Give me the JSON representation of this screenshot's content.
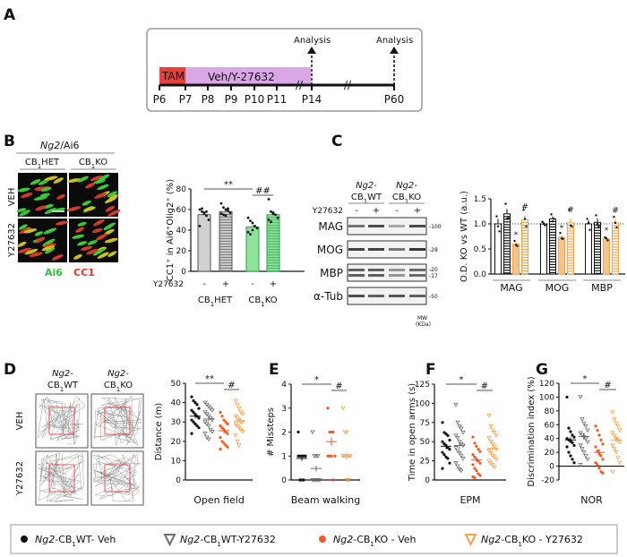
{
  "panel_labels": {
    "A": "A",
    "B": "B",
    "C": "C",
    "D": "D",
    "E": "E",
    "F": "F",
    "G": "G"
  },
  "colors": {
    "wt_veh": "#111111",
    "wt_y": "#6e6e6e",
    "ko_veh": "#f05a28",
    "ko_y": "#f7a24a",
    "het_bar": "#d0d0d0",
    "ko_bar_green": "#8ee39a",
    "green_edge": "#2e9e4f",
    "tam": "#e8413c",
    "treatment": "#d9a6e6",
    "ai6": "#2fbf3a",
    "cc1": "#e8322a"
  },
  "timeline": {
    "tam_label": "TAM",
    "treatment_label": "Veh/Y-27632",
    "days": [
      "P6",
      "P7",
      "P8",
      "P9",
      "P10",
      "P11",
      "P14",
      "P60"
    ],
    "analysis_label": "Analysis"
  },
  "panel_b": {
    "title_italic": "Ng2",
    "title_rest": "/Ai6",
    "col_headers": [
      {
        "pre": "CB",
        "sub": "1",
        "post": "HET"
      },
      {
        "pre": "CB",
        "sub": "1",
        "post": "KO"
      }
    ],
    "row_labels": [
      "VEH",
      "Y27632"
    ],
    "legend_ai6": "Ai6",
    "legend_cc1": "CC1"
  },
  "chart_data": [
    {
      "id": "B",
      "type": "bar",
      "ylabel": "CC1⁺ in Ai6⁺Olig2⁺ (%)",
      "ylim": [
        0,
        80
      ],
      "yticks": [
        0,
        20,
        40,
        60,
        80
      ],
      "treatment_label": "Y27632",
      "treatment_signs": [
        "-",
        "+",
        "-",
        "+"
      ],
      "group_labels": [
        {
          "pre": "CB",
          "sub": "1",
          "post": "HET"
        },
        {
          "pre": "CB",
          "sub": "1",
          "post": "KO"
        }
      ],
      "bars": [
        {
          "value": 55,
          "sem": 2,
          "points": [
            60,
            58,
            57,
            54,
            50,
            44,
            61,
            56,
            58
          ]
        },
        {
          "value": 58,
          "sem": 2,
          "points": [
            66,
            62,
            60,
            59,
            57,
            56,
            55,
            54,
            61
          ]
        },
        {
          "value": 43,
          "sem": 2,
          "points": [
            52,
            49,
            47,
            44,
            42,
            38,
            36,
            40
          ]
        },
        {
          "value": 55,
          "sem": 2.5,
          "points": [
            70,
            58,
            57,
            55,
            52,
            50,
            48,
            56
          ]
        }
      ],
      "significance": [
        {
          "label": "**",
          "from": 0,
          "to": 2
        },
        {
          "label": "##",
          "from": 2,
          "to": 3
        }
      ]
    },
    {
      "id": "C",
      "type": "bar",
      "ylabel": "O.D. KO vs WT (a.u.)",
      "ylim": [
        0,
        1.5
      ],
      "yticks": [
        "0.0",
        "0.5",
        "1.0",
        "1.5"
      ],
      "reference_line": 1.0,
      "groups": [
        "MAG",
        "MOG",
        "MBP"
      ],
      "series": [
        {
          "values": [
            1.0,
            1.0,
            1.0
          ],
          "sem": [
            0.1,
            0.04,
            0.07
          ],
          "points": [
            [
              1.15,
              0.95,
              0.85
            ],
            [
              1.04,
              1.0,
              0.97
            ],
            [
              1.1,
              1.02,
              0.88
            ]
          ]
        },
        {
          "values": [
            1.2,
            1.1,
            1.03
          ],
          "sem": [
            0.1,
            0.05,
            0.08
          ],
          "points": [
            [
              1.4,
              1.1,
              1.12
            ],
            [
              1.19,
              1.05,
              1.1
            ],
            [
              1.17,
              1.0,
              0.95
            ]
          ]
        },
        {
          "values": [
            0.6,
            0.73,
            0.7
          ],
          "sem": [
            0.04,
            0.05,
            0.03
          ],
          "points": [
            [
              0.66,
              0.58,
              0.56
            ],
            [
              0.82,
              0.71,
              0.7
            ],
            [
              0.73,
              0.71,
              0.67
            ]
          ]
        },
        {
          "values": [
            1.08,
            1.02,
            1.02
          ],
          "sem": [
            0.09,
            0.09,
            0.08
          ],
          "points": [
            [
              1.28,
              1.1,
              0.95
            ],
            [
              1.28,
              0.97,
              0.95
            ],
            [
              1.14,
              1.02,
              0.93
            ]
          ]
        }
      ],
      "annotations": {
        "star": "*",
        "hash": "#"
      }
    },
    {
      "id": "D",
      "type": "scatter",
      "ylabel": "Distance (m)",
      "xlabel": "Open field",
      "ylim": [
        0,
        50
      ],
      "yticks": [
        0,
        10,
        20,
        30,
        40,
        50
      ],
      "groups": [
        {
          "mean": 33,
          "sem": 1.2,
          "points": [
            43,
            41,
            40,
            39,
            37,
            36,
            35,
            34,
            33,
            32,
            31,
            30,
            29,
            28,
            27,
            24
          ]
        },
        {
          "mean": 31.5,
          "sem": 1.1,
          "points": [
            40,
            39,
            38,
            37,
            36,
            35,
            34,
            33,
            32,
            31,
            30,
            29,
            28,
            26,
            25,
            24,
            22,
            21
          ]
        },
        {
          "mean": 25.5,
          "sem": 1.3,
          "points": [
            35,
            33,
            31,
            30,
            29,
            28,
            27,
            26,
            25,
            24,
            22,
            20,
            19,
            18,
            17,
            16
          ]
        },
        {
          "mean": 30.5,
          "sem": 1.0,
          "points": [
            41,
            39,
            37,
            35,
            34,
            33,
            32,
            31,
            30,
            30,
            29,
            28,
            27,
            26,
            25,
            23,
            20,
            18
          ]
        }
      ],
      "significance": [
        {
          "label": "**",
          "from": 0,
          "to": 2
        },
        {
          "label": "#",
          "from": 2,
          "to": 3
        }
      ]
    },
    {
      "id": "E",
      "type": "scatter",
      "ylabel": "# Missteps",
      "xlabel": "Beam walking",
      "ylim": [
        0,
        4
      ],
      "yticks": [
        0,
        1,
        2,
        3,
        4
      ],
      "groups": [
        {
          "mean": 0.9,
          "sem": 0.1,
          "points": [
            2,
            1,
            1,
            1,
            1,
            1,
            0,
            0,
            0
          ]
        },
        {
          "mean": 0.48,
          "sem": 0.12,
          "points": [
            2,
            1,
            1,
            1,
            0,
            0,
            0,
            0,
            0
          ]
        },
        {
          "mean": 1.6,
          "sem": 0.17,
          "points": [
            3,
            2,
            2,
            2,
            1,
            1,
            1,
            1,
            0
          ]
        },
        {
          "mean": 1.0,
          "sem": 0.15,
          "points": [
            3,
            2,
            2,
            1,
            1,
            1,
            1,
            0,
            0
          ]
        }
      ],
      "significance": [
        {
          "label": "*",
          "from": 0,
          "to": 2
        },
        {
          "label": "#",
          "from": 2,
          "to": 3
        }
      ]
    },
    {
      "id": "F",
      "type": "scatter",
      "ylabel": "Time in open arms (s)",
      "xlabel": "EPM",
      "ylim": [
        0,
        125
      ],
      "yticks": [
        0,
        25,
        50,
        75,
        100,
        125
      ],
      "groups": [
        {
          "mean": 44,
          "sem": 3.5,
          "points": [
            75,
            62,
            60,
            58,
            52,
            50,
            47,
            45,
            42,
            40,
            36,
            33,
            30,
            28,
            22,
            15
          ]
        },
        {
          "mean": 45,
          "sem": 4,
          "points": [
            98,
            75,
            70,
            67,
            62,
            58,
            55,
            50,
            47,
            45,
            42,
            38,
            35,
            32,
            28,
            22,
            18,
            14,
            12
          ]
        },
        {
          "mean": 26,
          "sem": 3.5,
          "points": [
            56,
            48,
            44,
            40,
            37,
            33,
            30,
            27,
            25,
            22,
            20,
            15,
            12,
            8,
            6,
            4,
            3
          ]
        },
        {
          "mean": 41,
          "sem": 3,
          "points": [
            84,
            70,
            65,
            62,
            58,
            55,
            50,
            47,
            44,
            40,
            38,
            35,
            32,
            30,
            27,
            25,
            22,
            20,
            17
          ]
        }
      ],
      "significance": [
        {
          "label": "*",
          "from": 0,
          "to": 2
        },
        {
          "label": "#",
          "from": 2,
          "to": 3
        }
      ]
    },
    {
      "id": "G",
      "type": "scatter",
      "ylabel": "Discrimination index (%)",
      "xlabel": "NOR",
      "ylim": [
        -20,
        120
      ],
      "yticks": [
        -20,
        0,
        20,
        40,
        60,
        80,
        100,
        120
      ],
      "groups": [
        {
          "mean": 38,
          "sem": 4,
          "points": [
            100,
            55,
            50,
            45,
            42,
            40,
            38,
            36,
            34,
            30,
            28,
            20,
            15,
            10,
            5
          ]
        },
        {
          "mean": 43,
          "sem": 5,
          "points": [
            100,
            68,
            62,
            58,
            52,
            48,
            45,
            42,
            40,
            35,
            30,
            25,
            20,
            15,
            10,
            2
          ]
        },
        {
          "mean": 20,
          "sem": 5,
          "points": [
            58,
            52,
            45,
            38,
            32,
            28,
            22,
            18,
            15,
            10,
            5,
            2,
            -3,
            -8,
            -10
          ]
        },
        {
          "mean": 38,
          "sem": 4,
          "points": [
            78,
            68,
            62,
            58,
            52,
            48,
            44,
            40,
            38,
            35,
            30,
            25,
            20,
            12,
            5,
            -8
          ]
        }
      ],
      "significance": [
        {
          "label": "*",
          "from": 0,
          "to": 2
        },
        {
          "label": "#",
          "from": 2,
          "to": 3
        }
      ]
    }
  ],
  "panel_c": {
    "col_headers": [
      {
        "ital": "Ng2-",
        "pre": "CB",
        "sub": "1",
        "post": "WT"
      },
      {
        "ital": "Ng2-",
        "pre": "CB",
        "sub": "1",
        "post": "KO"
      }
    ],
    "treatment_label": "Y27632",
    "treatment_signs": [
      "-",
      "+",
      "-",
      "+"
    ],
    "blots": [
      {
        "label": "MAG",
        "mw": [
          "-100"
        ]
      },
      {
        "label": "MOG",
        "mw": [
          "-28"
        ]
      },
      {
        "label": "MBP",
        "mw": [
          "-20",
          "-17"
        ]
      },
      {
        "label": "α-Tub",
        "mw": [
          "-50"
        ]
      }
    ],
    "mw_label": "MW",
    "mw_unit": "(KDa)"
  },
  "panel_d": {
    "col_headers": [
      {
        "ital": "Ng2-",
        "pre": "CB",
        "sub": "1",
        "post": "WT"
      },
      {
        "ital": "Ng2-",
        "pre": "CB",
        "sub": "1",
        "post": "KO"
      }
    ],
    "row_labels": [
      "VEH",
      "Y27632"
    ]
  },
  "legend": [
    {
      "marker": "filled-circle",
      "color": "wt_veh",
      "ital": "Ng2",
      "pre": "-CB",
      "sub": "1",
      "post": "WT- Veh"
    },
    {
      "marker": "open-triangle",
      "color": "wt_y",
      "ital": "Ng2",
      "pre": "-CB",
      "sub": "1",
      "post": "WT-Y27632"
    },
    {
      "marker": "filled-circle",
      "color": "ko_veh",
      "ital": "Ng2",
      "pre": "-CB",
      "sub": "1",
      "post": "KO - Veh"
    },
    {
      "marker": "open-triangle",
      "color": "ko_y",
      "ital": "Ng2",
      "pre": "-CB",
      "sub": "1",
      "post": "KO - Y27632"
    }
  ]
}
